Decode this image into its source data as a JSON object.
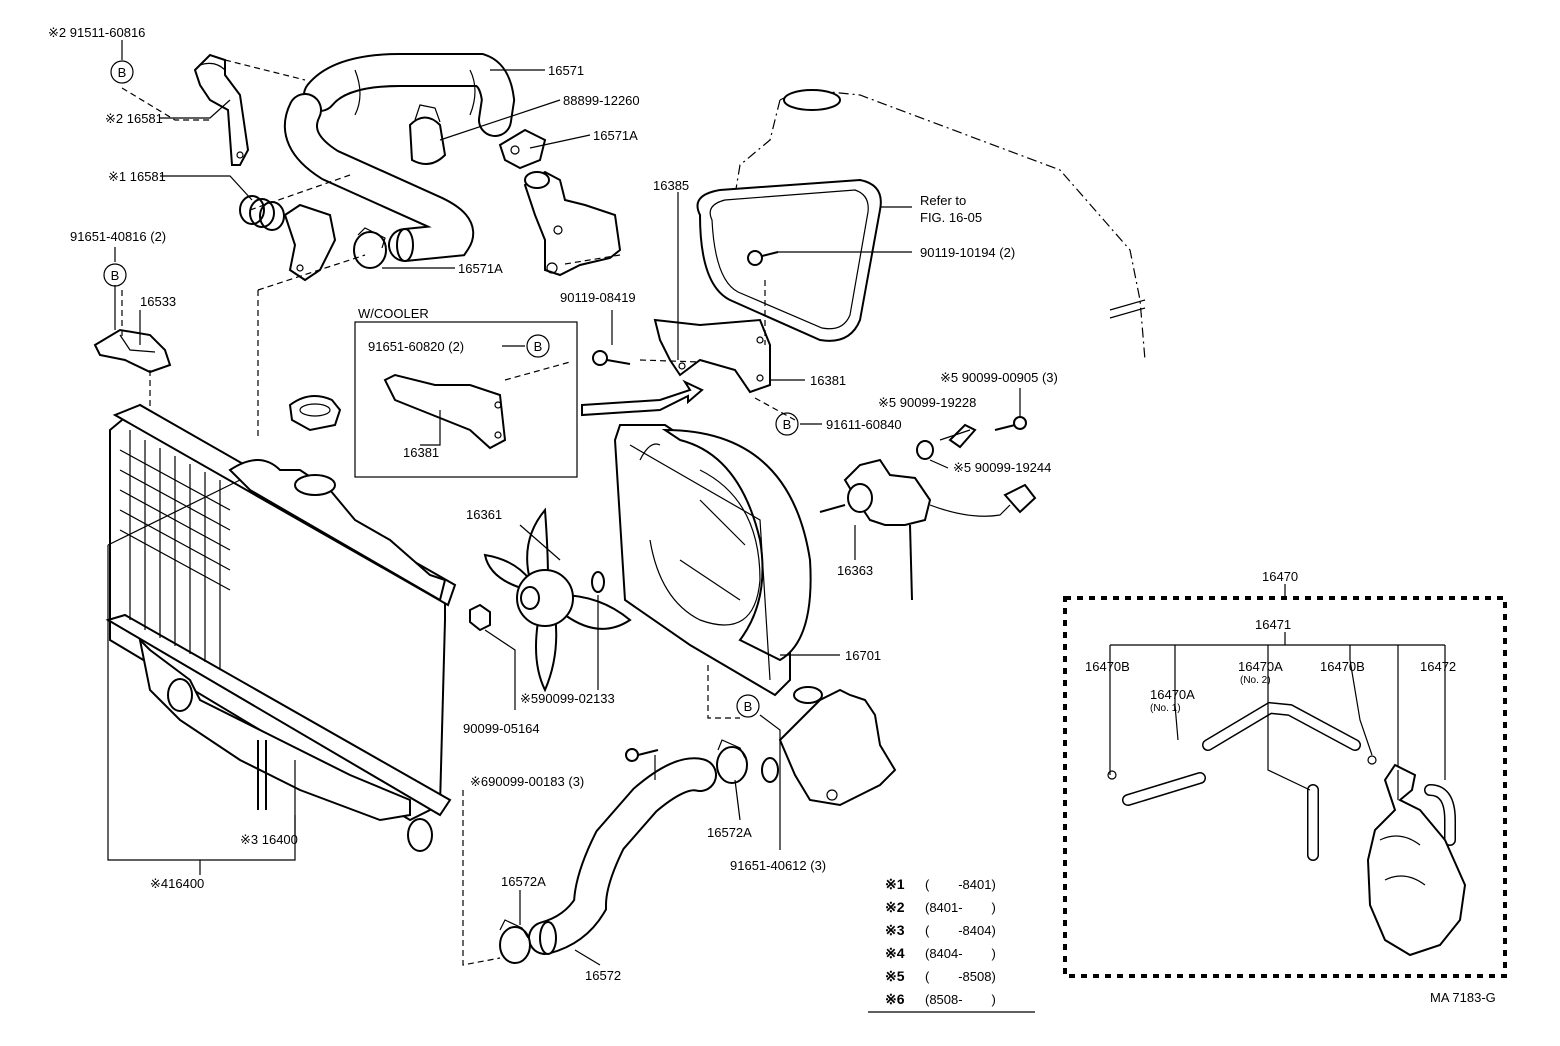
{
  "labels": {
    "p91511": "※2 91511-60816",
    "p16571": "16571",
    "p88899": "88899-12260",
    "p16581_2": "※2 16581",
    "p16571A_top": "16571A",
    "p16581_1": "※1 16581",
    "p16385": "16385",
    "p_refer1": "Refer to",
    "p_refer2": "FIG. 16-05",
    "p90119_10194": "90119-10194 (2)",
    "p91651_40816": "91651-40816 (2)",
    "p16571A_bot": "16571A",
    "p16533": "16533",
    "p_wcooler": "W/COOLER",
    "p90119_08419": "90119-08419",
    "p91651_60820": "91651-60820 (2)",
    "p16381_right": "16381",
    "p16381_box": "16381",
    "p90099_00905": "※5 90099-00905 (3)",
    "p90099_19228": "※5 90099-19228",
    "p91611_60840": "91611-60840",
    "p90099_19244": "※5 90099-19244",
    "p16361": "16361",
    "p16363": "16363",
    "p16701": "16701",
    "p90099_02133": "※590099-02133",
    "p90099_05164": "90099-05164",
    "p90099_00183": "※690099-00183 (3)",
    "p16400_3": "※3 16400",
    "p16400_4": "※416400",
    "p16572A_right": "16572A",
    "p91651_40612": "91651-40612 (3)",
    "p16572A_left": "16572A",
    "p16572": "16572",
    "p16470": "16470",
    "p16471": "16471",
    "p16470B_left": "16470B",
    "p16470A_no2": "16470A",
    "p_no2": "(No. 2)",
    "p16470B_right": "16470B",
    "p16472": "16472",
    "p16470A_no1": "16470A",
    "p_no1": "(No. 1)",
    "catalog_code": "MA 7183-G"
  },
  "bolt_marker": "B",
  "legend": [
    {
      "mark": "※1",
      "range": "(        -8401)"
    },
    {
      "mark": "※2",
      "range": "(8401-        )"
    },
    {
      "mark": "※3",
      "range": "(        -8404)"
    },
    {
      "mark": "※4",
      "range": "(8404-        )"
    },
    {
      "mark": "※5",
      "range": "(        -8508)"
    },
    {
      "mark": "※6",
      "range": "(8508-        )"
    }
  ],
  "colors": {
    "ink": "#000000",
    "paper": "#ffffff"
  }
}
